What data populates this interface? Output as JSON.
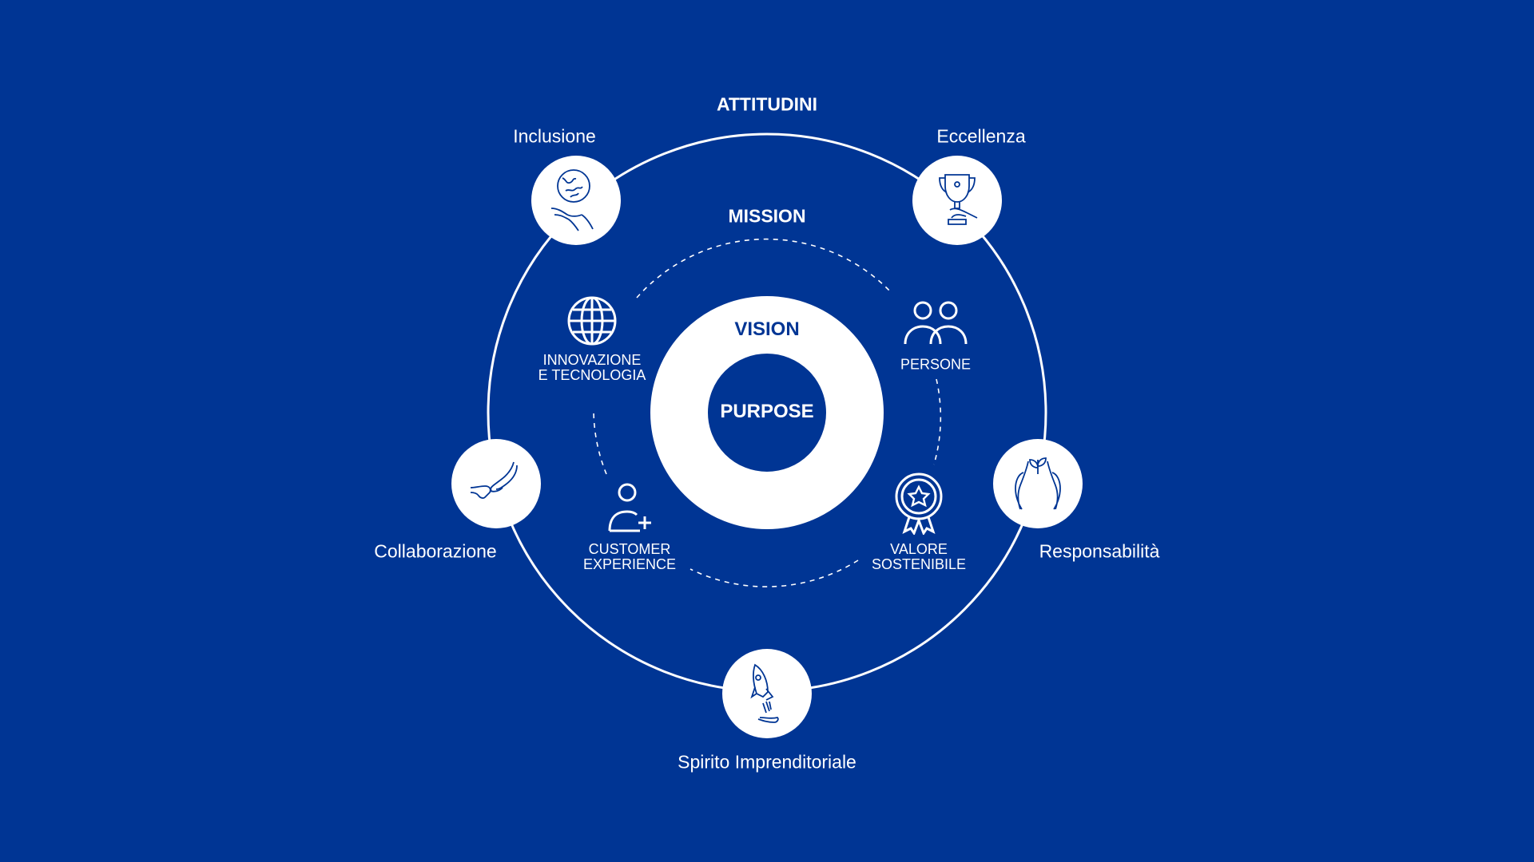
{
  "colors": {
    "background": "#003594",
    "foreground": "#ffffff"
  },
  "headings": {
    "attitudini": "ATTITUDINI",
    "mission": "MISSION",
    "vision": "VISION",
    "purpose": "PURPOSE"
  },
  "attitudini": [
    {
      "label": "Inclusione",
      "icon": "globe-in-hand-icon"
    },
    {
      "label": "Eccellenza",
      "icon": "trophy-icon"
    },
    {
      "label": "Collaborazione",
      "icon": "handshake-icon"
    },
    {
      "label": "Responsabilità",
      "icon": "hands-with-plant-icon"
    },
    {
      "label": "Spirito Imprenditoriale",
      "icon": "rocket-icon"
    }
  ],
  "mission": [
    {
      "line1": "INNOVAZIONE",
      "line2": "E TECNOLOGIA",
      "icon": "globe-icon"
    },
    {
      "line1": "PERSONE",
      "icon": "people-icon"
    },
    {
      "line1": "CUSTOMER",
      "line2": "EXPERIENCE",
      "icon": "user-add-icon"
    },
    {
      "line1": "VALORE",
      "line2": "SOSTENIBILE",
      "icon": "award-icon"
    }
  ]
}
